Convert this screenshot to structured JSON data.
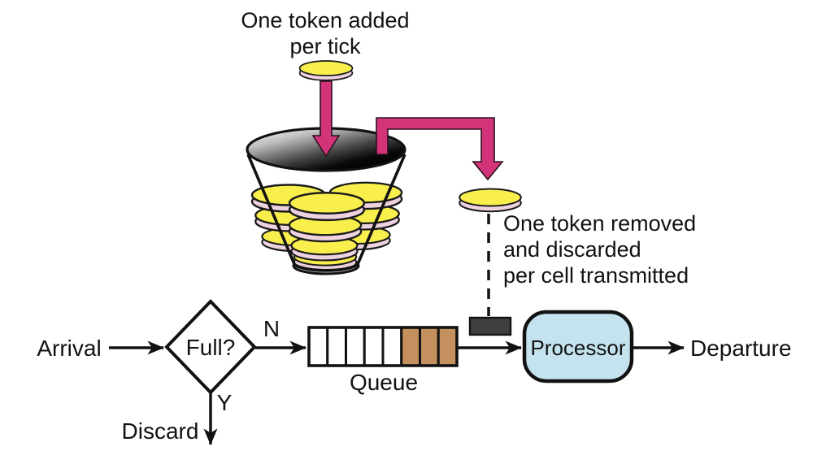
{
  "colors": {
    "magenta": "#d33479",
    "coin_top": "#f8ef4d",
    "coin_side": "#eed2e0",
    "queue_filled": "#c4905e",
    "processor_fill": "#c5e3ee",
    "dark_cell": "#3f3f3f",
    "funnel_base": "#b3b3b3",
    "outline": "#121212",
    "background": "#ffffff"
  },
  "annotations": {
    "token_added": {
      "line1": "One token added",
      "line2": "per tick"
    },
    "token_removed": {
      "line1": "One token removed",
      "line2": "and discarded",
      "line3": "per cell transmitted"
    }
  },
  "flow": {
    "arrival_label": "Arrival",
    "decision_label": "Full?",
    "no_label": "N",
    "yes_label": "Y",
    "discard_label": "Discard",
    "queue_label": "Queue",
    "processor_label": "Processor",
    "departure_label": "Departure"
  },
  "queue": {
    "total_cells": 8,
    "empty_cells": 5,
    "filled_cells": 3,
    "cells": [
      "empty",
      "empty",
      "empty",
      "empty",
      "empty",
      "filled",
      "filled",
      "filled"
    ]
  },
  "bucket": {
    "token_count_visible": 10
  }
}
